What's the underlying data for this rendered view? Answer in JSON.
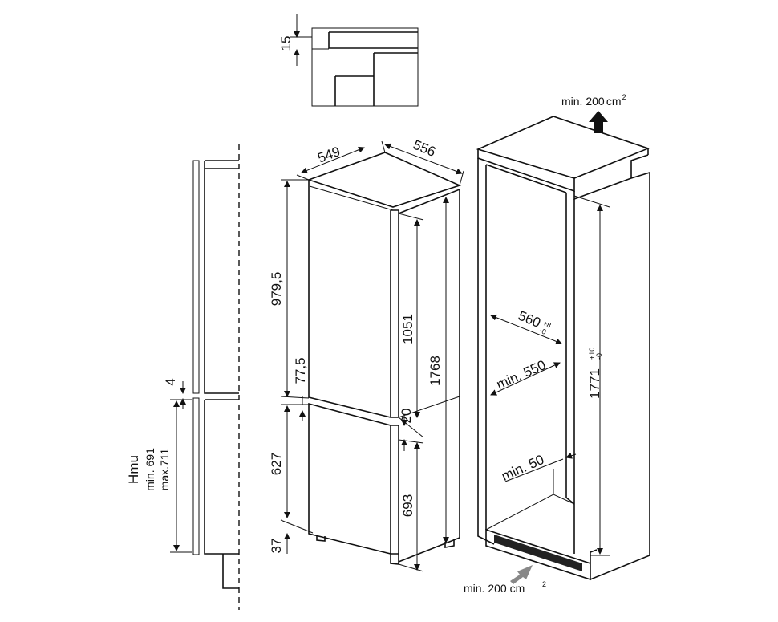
{
  "detail_top": {
    "dim_15": "15"
  },
  "left_panel": {
    "dim_4": "4",
    "hmu": "Hmu",
    "hmu_min": "min. 691",
    "hmu_max": "max.711"
  },
  "fridge": {
    "dim_549": "549",
    "dim_556": "556",
    "dim_979_5": "979,5",
    "dim_77_5": "77,5",
    "dim_627": "627",
    "dim_37": "37",
    "dim_1051": "1051",
    "dim_20": "20",
    "dim_693": "693",
    "dim_1768": "1768"
  },
  "niche": {
    "vent_top": "min. 200",
    "vent_top_unit": "cm",
    "vent_top_sup": "2",
    "width_560": "560",
    "width_560_tol_plus": "+8",
    "width_560_tol_minus": "-0",
    "min_550": "min. 550",
    "min_50": "min. 50",
    "height_1771": "1771",
    "height_1771_tol_plus": "+10",
    "height_1771_tol_minus": "-0",
    "vent_bottom": "min. 200 cm",
    "vent_bottom_sup": "2"
  }
}
